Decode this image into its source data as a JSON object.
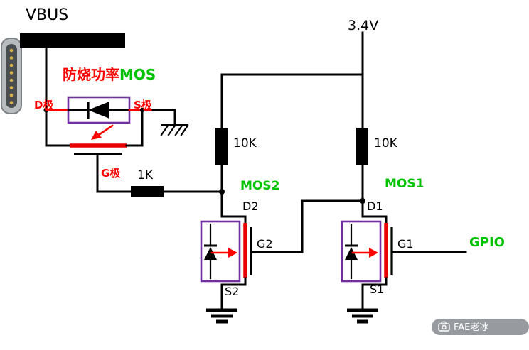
{
  "labels": {
    "vbus": "VBUS",
    "supply": "3.4V",
    "gpio": "GPIO"
  },
  "power_mos": {
    "caption_red": "防烧功率",
    "caption_green": "MOS",
    "drain_label": "D极",
    "source_label": "S极",
    "gate_label": "G极",
    "gate_resistor": "1K"
  },
  "pullups": {
    "left": "10K",
    "right": "10K"
  },
  "mos2": {
    "name": "MOS2",
    "drain": "D2",
    "gate": "G2",
    "source": "S2"
  },
  "mos1": {
    "name": "MOS1",
    "drain": "D1",
    "gate": "G1",
    "source": "S1"
  },
  "watermark": {
    "text": "FAE老冰",
    "icon": "camera-icon"
  },
  "colors": {
    "wire": "#000000",
    "highlight_red": "#ff0000",
    "label_green": "#00c300",
    "body_box_purple": "#7030a0",
    "watermark_bg": "#85898e"
  }
}
